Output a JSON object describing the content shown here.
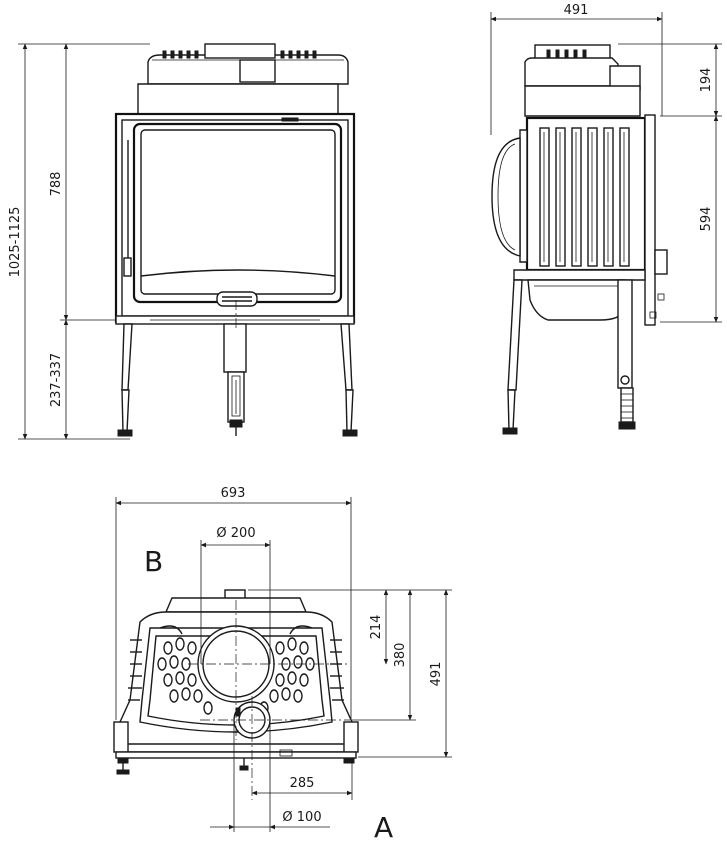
{
  "dimensions": {
    "total_height": "1025-1125",
    "body_height": "788",
    "leg_height": "237-337",
    "side_depth": "491",
    "side_top": "194",
    "side_body": "594",
    "plan_width": "693",
    "flue_top_diameter": "Ø 200",
    "flue_offset_214": "214",
    "flue_offset_380": "380",
    "plan_depth": "491",
    "flue_rear_offset": "285",
    "air_inlet_diameter": "Ø 100"
  },
  "view_labels": {
    "label_b": "B",
    "label_a": "A"
  }
}
